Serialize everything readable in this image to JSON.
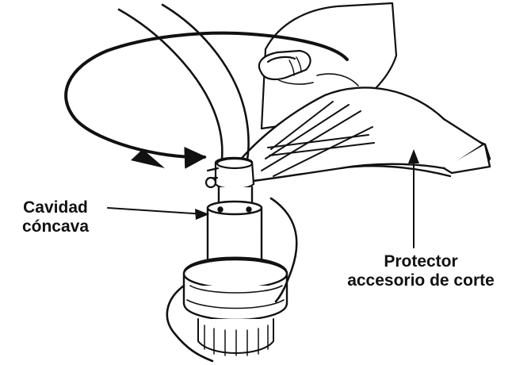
{
  "labels": {
    "cavity": {
      "line1": "Cavidad",
      "line2": "cóncava"
    },
    "guard": {
      "line1": "Protector",
      "line2": "accesorio de corte"
    }
  },
  "icons": {
    "rotation": "curved-rotation-arrow-icon",
    "pointer": "leader-arrow-icon"
  },
  "colors": {
    "ink": "#111111",
    "background": "#ffffff"
  }
}
